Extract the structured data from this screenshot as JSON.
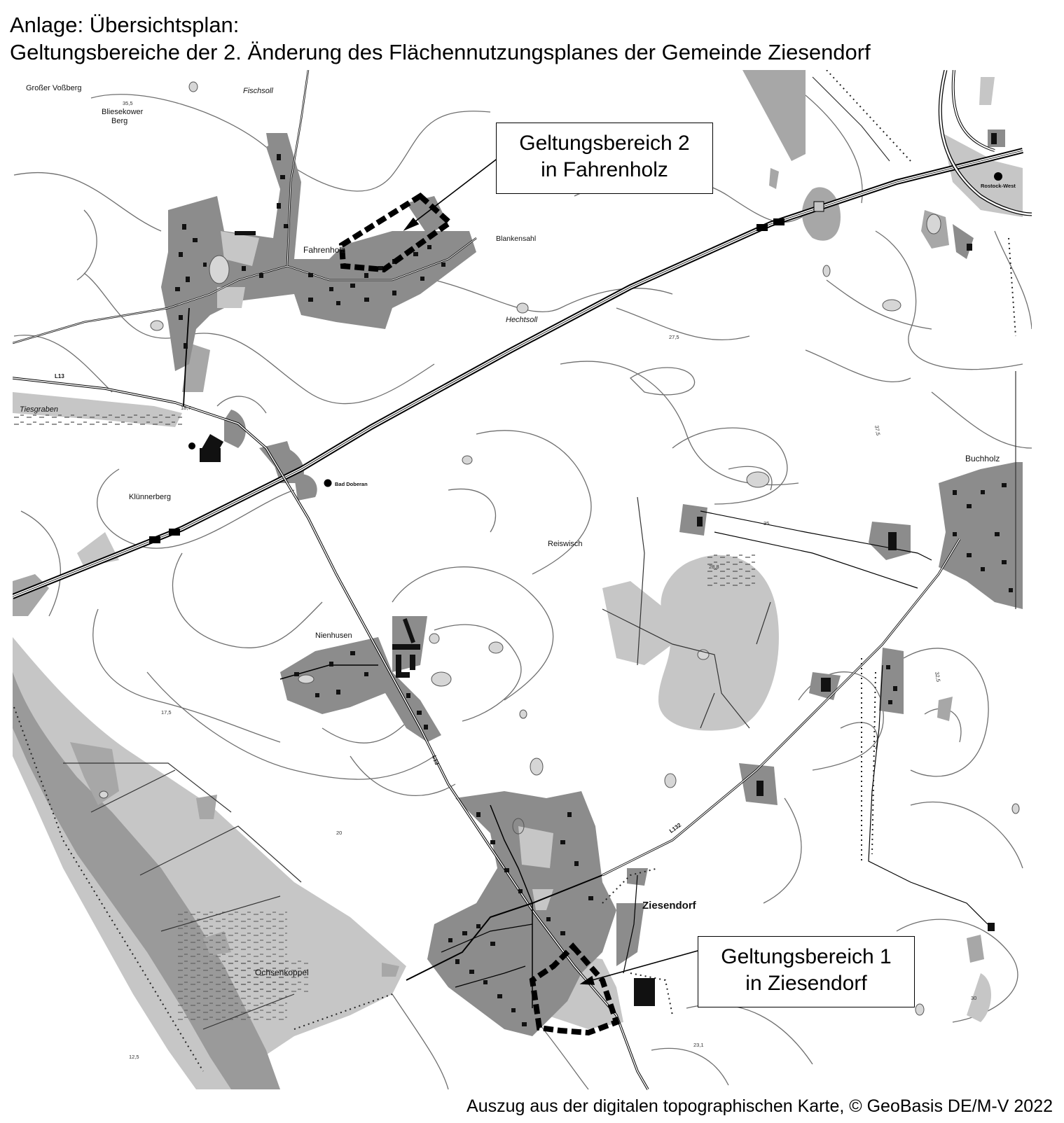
{
  "header": {
    "line1": "Anlage: Übersichtsplan:",
    "line2": "Geltungsbereiche der 2. Änderung des Flächennutzungsplanes der Gemeinde Ziesendorf"
  },
  "callouts": {
    "area2": {
      "line1": "Geltungsbereich 2",
      "line2": "in Fahrenholz"
    },
    "area1": {
      "line1": "Geltungsbereich 1",
      "line2": "in Ziesendorf"
    }
  },
  "places": {
    "grosser_vossberg": "Großer Voßberg",
    "fischsoll": "Fischsoll",
    "bliesekower_berg_1": "Bliesekower",
    "bliesekower_berg_2": "Berg",
    "fahrenholz": "Fahrenholz",
    "blankensahl": "Blankensahl",
    "hechtsoll": "Hechtsoll",
    "rostock_west": "Rostock-West",
    "kluennerberg": "Klünnerberg",
    "bad_doberan": "Bad Doberan",
    "reiswisch": "Reiswisch",
    "buchholz": "Buchholz",
    "nienhusen": "Nienhusen",
    "ochsenkoppel": "Ochsenkoppel",
    "ziesendorf": "Ziesendorf",
    "l13_a": "L13",
    "l13_b": "L13",
    "l132": "L132",
    "tiesgraben": "Tiesgraben"
  },
  "elevations": {
    "e1": "35,5",
    "e2": "37,5",
    "e3": "27,5",
    "e4": "35",
    "e5": "28,8",
    "e6": "32,5",
    "e7": "30",
    "e8": "23,1",
    "e9": "17,5",
    "e10": "20",
    "e11": "12,5",
    "e12": "18,7"
  },
  "colors": {
    "settlement": "#8c8c8c",
    "forest": "#a7a7a7",
    "meadow": "#c6c6c6",
    "building": "#111111",
    "contour": "#6e6e6e",
    "boundary": "#000000"
  },
  "footer": {
    "credit": "Auszug aus der digitalen topographischen Karte, © GeoBasis DE/M-V 2022"
  }
}
